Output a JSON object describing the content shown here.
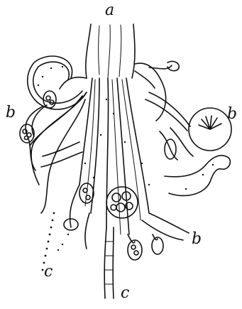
{
  "figure": {
    "labels": {
      "a": "a",
      "b_left": "b",
      "b_right": "b",
      "b_lower": "b",
      "c_left": "c",
      "c_bottom": "c"
    },
    "ink_color": "#111111",
    "paper_color": "#ffffff"
  }
}
